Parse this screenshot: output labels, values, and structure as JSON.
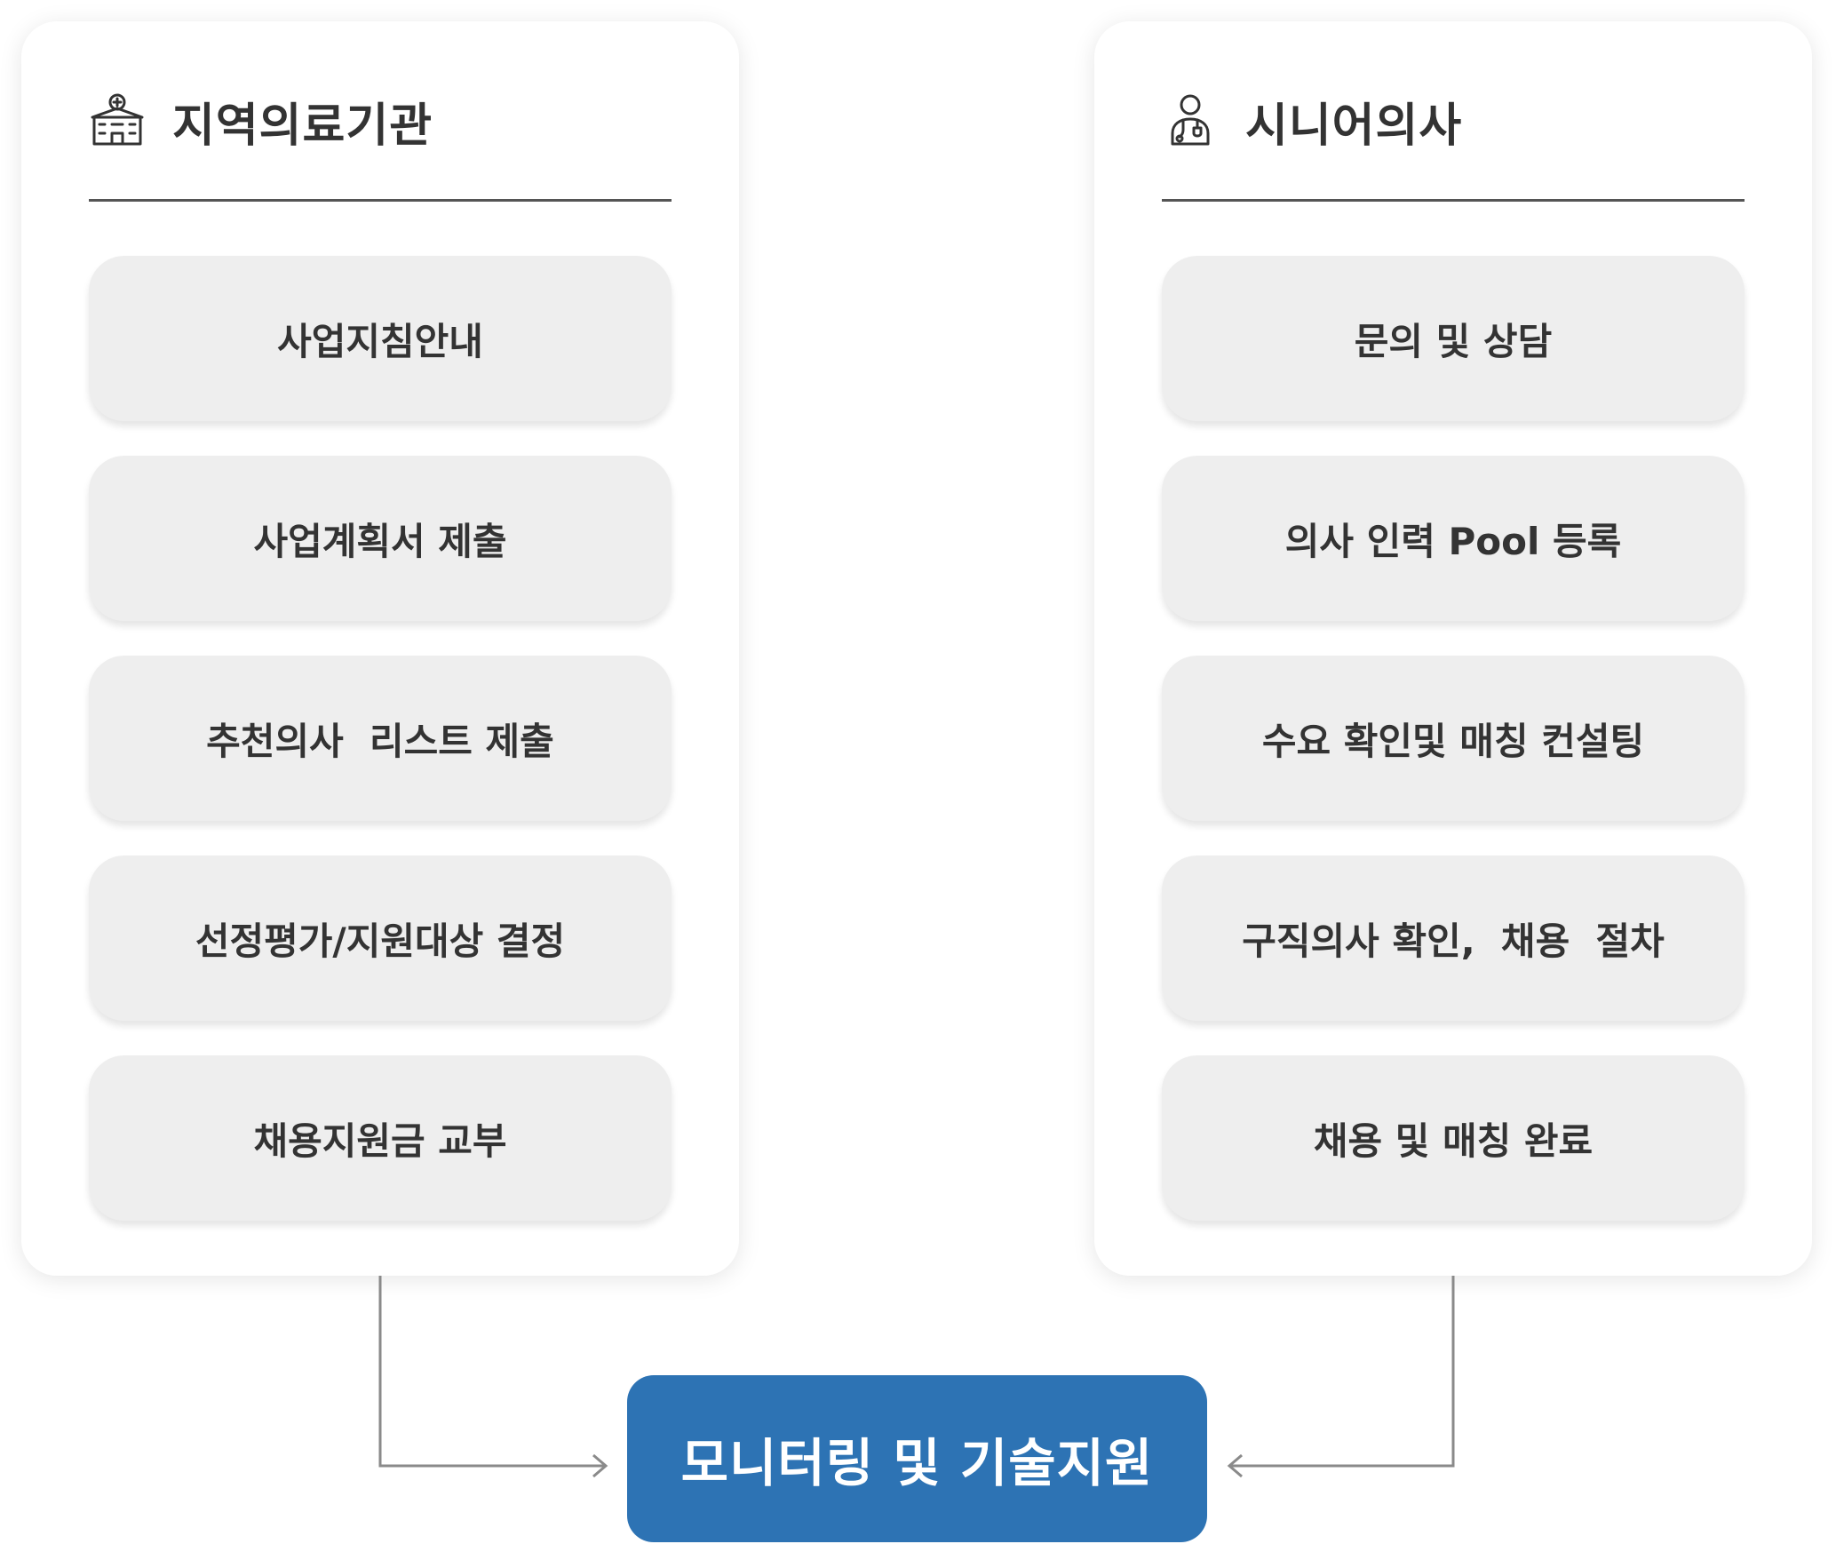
{
  "left_panel": {
    "title": "지역의료기관",
    "icon": "hospital-icon",
    "steps": [
      "사업지침안내",
      "사업계획서 제출",
      "추천의사  리스트 제출",
      "선정평가/지원대상 결정",
      "채용지원금 교부"
    ]
  },
  "right_panel": {
    "title": "시니어의사",
    "icon": "doctor-icon",
    "steps": [
      "문의 및 상담",
      "의사 인력 Pool 등록",
      "수요 확인및 매칭 컨설팅",
      "구직의사 확인,  채용  절차",
      "채용 및 매칭 완료"
    ]
  },
  "center": {
    "label": "모니터링 및 기술지원"
  },
  "colors": {
    "accent": "#2d73b4",
    "step_bg": "#eeeeee",
    "text": "#333333",
    "connector": "#8a8a8a"
  }
}
